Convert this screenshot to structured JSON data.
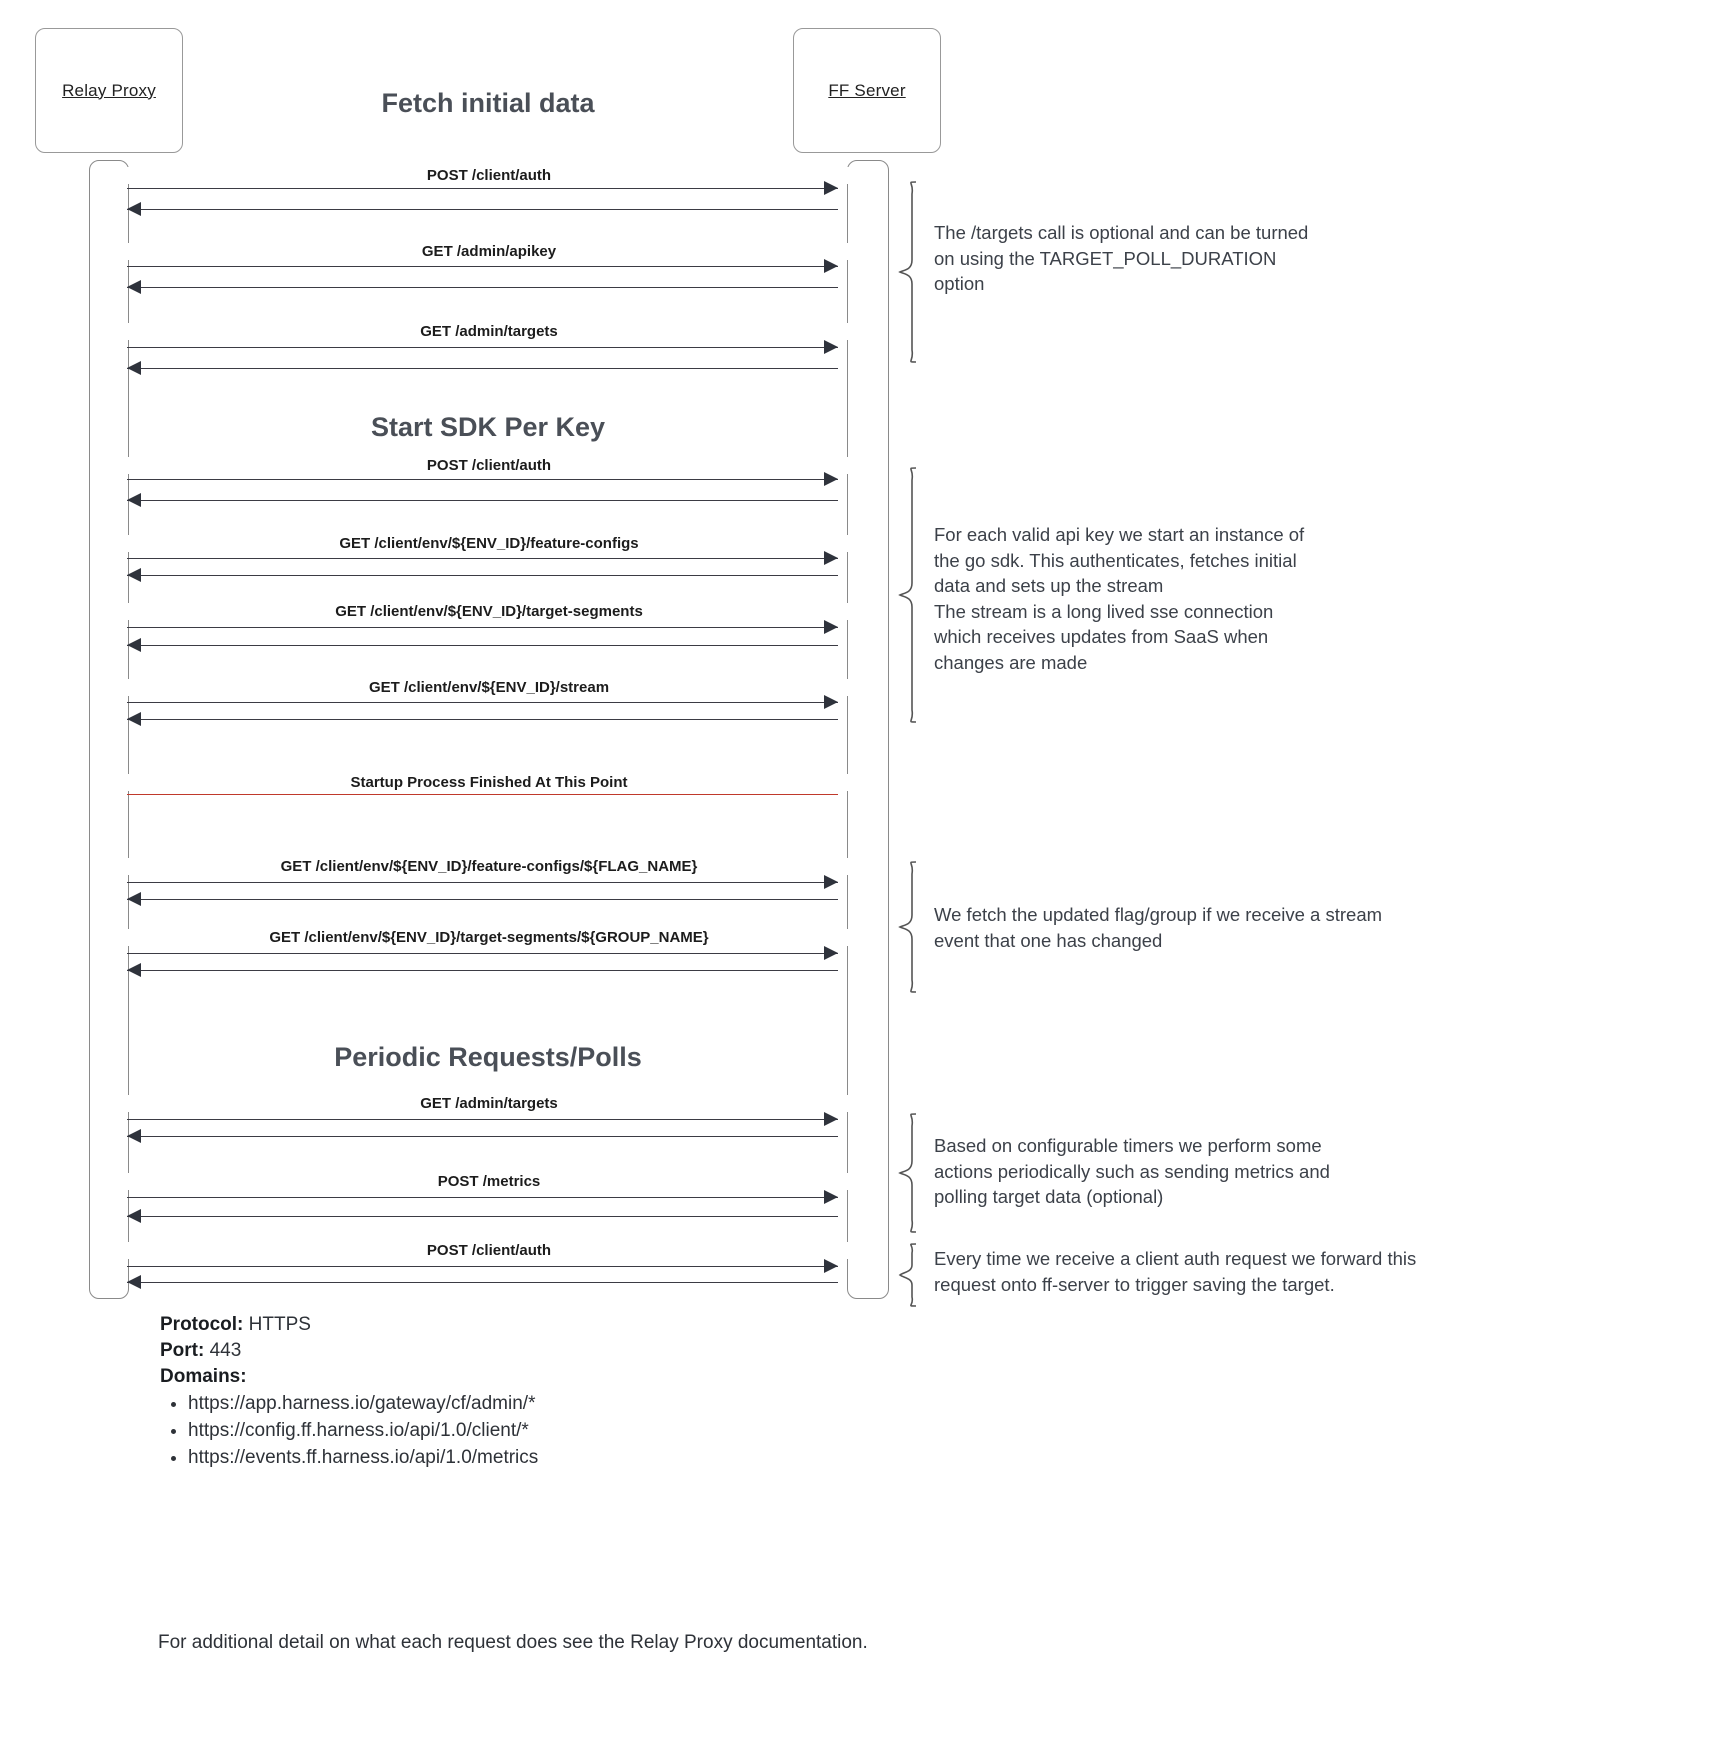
{
  "participants": [
    {
      "name": "Relay Proxy"
    },
    {
      "name": "FF Server"
    }
  ],
  "sections": [
    {
      "title": "Fetch initial data"
    },
    {
      "title": "Start SDK Per Key"
    },
    {
      "title": "Periodic Requests/Polls"
    }
  ],
  "messages": [
    {
      "label": "POST /client/auth"
    },
    {
      "label": "GET /admin/apikey"
    },
    {
      "label": "GET /admin/targets"
    },
    {
      "label": "POST /client/auth"
    },
    {
      "label": "GET /client/env/${ENV_ID}/feature-configs"
    },
    {
      "label": "GET /client/env/${ENV_ID}/target-segments"
    },
    {
      "label": "GET /client/env/${ENV_ID}/stream"
    },
    {
      "label": "GET /client/env/${ENV_ID}/feature-configs/${FLAG_NAME}"
    },
    {
      "label": "GET /client/env/${ENV_ID}/target-segments/${GROUP_NAME}"
    },
    {
      "label": "GET /admin/targets"
    },
    {
      "label": "POST /metrics"
    },
    {
      "label": "POST /client/auth"
    }
  ],
  "divider": {
    "label": "Startup Process Finished At This Point",
    "color": "#c0392b"
  },
  "notes": [
    {
      "text": "The /targets call is optional and can be turned\non using the TARGET_POLL_DURATION\noption"
    },
    {
      "text": "For each valid api key we start an instance of\nthe go sdk. This authenticates, fetches initial\ndata and sets up the stream\nThe stream is a long lived sse connection\nwhich receives updates from SaaS when\nchanges are made"
    },
    {
      "text": "We fetch the updated flag/group if we receive a stream\nevent that one has changed"
    },
    {
      "text": "Based on configurable timers we perform some\nactions periodically such as sending metrics and\npolling target data (optional)"
    },
    {
      "text": "Every time we receive a client auth request we forward this\nrequest onto ff-server to trigger saving the target."
    }
  ],
  "footer": {
    "protocol_label": "Protocol:",
    "protocol_value": "HTTPS",
    "port_label": "Port:",
    "port_value": "443",
    "domains_label": "Domains:",
    "domains": [
      "https://app.harness.io/gateway/cf/admin/*",
      "https://config.ff.harness.io/api/1.0/client/*",
      "https://events.ff.harness.io/api/1.0/metrics"
    ]
  },
  "footnote": "For additional detail on what each request does see the Relay Proxy documentation."
}
